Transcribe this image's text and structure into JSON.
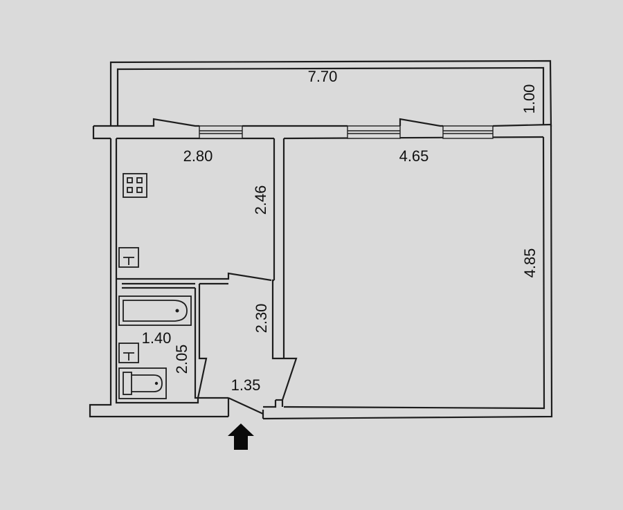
{
  "dimensions": {
    "balcony_length": "7.70",
    "balcony_depth": "1.00",
    "kitchen_width": "2.80",
    "kitchen_depth": "2.46",
    "room_width": "4.65",
    "room_depth": "4.85",
    "hall_depth": "2.30",
    "hall_width": "1.35",
    "bath_width": "1.40",
    "bath_depth": "2.05"
  },
  "icons": {
    "stove": "stove-icon",
    "sink": "sink-icon",
    "bathtub": "bathtub-icon",
    "toilet": "toilet-icon",
    "entrance": "entrance-arrow-icon"
  },
  "colors": {
    "background": "#dadada",
    "ink": "#1d1d1d"
  }
}
